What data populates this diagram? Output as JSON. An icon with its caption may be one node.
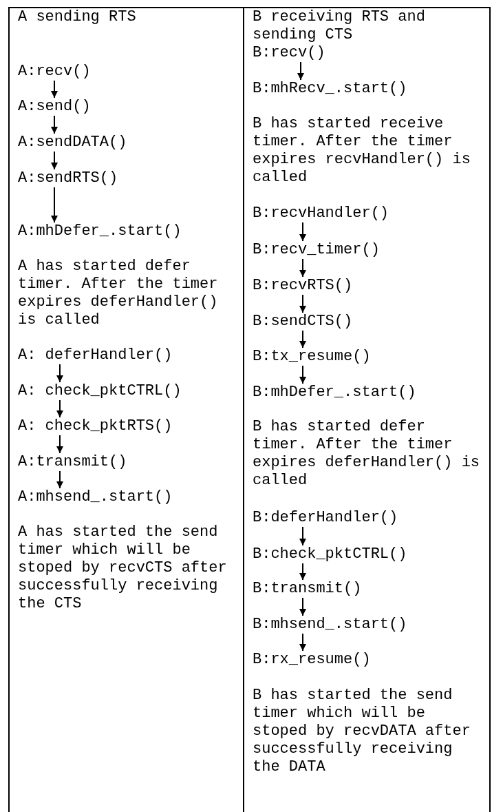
{
  "diagram": {
    "nodes": [
      {
        "text": [
          "A sending RTS"
        ]
      },
      {
        "text": [
          "A:recv()"
        ],
        "in": 0
      },
      {
        "text": [
          "A:send()"
        ],
        "in": 0
      },
      {
        "text": [
          "A:sendDATA()"
        ],
        "in": 0
      },
      {
        "text": [
          "A:sendRTS()"
        ],
        "in": 0
      },
      {
        "text": [
          "A:mhDefer_.start()"
        ],
        "in": 0
      },
      {
        "text": [
          "A: deferHandler()"
        ],
        "in": 0
      },
      {
        "text": [
          "A: check_pktCTRL()"
        ],
        "in": 0
      },
      {
        "text": [
          "A: check_pktRTS()"
        ],
        "in": 0
      },
      {
        "text": [
          "A:transmit()"
        ],
        "in": 0
      },
      {
        "text": [
          "A:mhsend_.start()"
        ],
        "in": 0
      },
      {
        "text": [
          "B receiving RTS and sending CTS"
        ]
      },
      {
        "text": [
          "B:recv()"
        ],
        "in": 11
      },
      {
        "text": [
          "B:mhRecv_.start()"
        ],
        "in": 11
      },
      {
        "text": [
          "B:recvHandler()"
        ],
        "in": 11
      },
      {
        "text": [
          "B:recv_timer()"
        ],
        "in": 11
      },
      {
        "text": [
          "B:recvRTS()"
        ],
        "in": 11
      },
      {
        "text": [
          "B:sendCTS()"
        ],
        "in": 11
      },
      {
        "text": [
          "B:tx_resume()"
        ],
        "in": 11
      },
      {
        "text": [
          "B:mhDefer_.start()"
        ],
        "in": 11
      },
      {
        "text": [
          "B:deferHandler()"
        ],
        "in": 11
      },
      {
        "text": [
          "B:check_pktCTRL()"
        ],
        "in": 11
      },
      {
        "text": [
          "B:transmit()"
        ],
        "in": 11
      },
      {
        "text": [
          "B:mhsend_.start()"
        ],
        "in": 11
      },
      {
        "text": [
          "B:rx_resume()"
        ],
        "in": 11
      }
    ],
    "edges": [
      {
        "from": 1,
        "to": 2,
        "arrow": "to"
      },
      {
        "from": 2,
        "to": 3,
        "arrow": "to"
      },
      {
        "from": 3,
        "to": 4,
        "arrow": "to"
      },
      {
        "from": 4,
        "to": 5,
        "arrow": "to"
      },
      {
        "from": 6,
        "to": 7,
        "arrow": "to"
      },
      {
        "from": 7,
        "to": 8,
        "arrow": "to"
      },
      {
        "from": 8,
        "to": 9,
        "arrow": "to"
      },
      {
        "from": 9,
        "to": 10,
        "arrow": "to"
      },
      {
        "from": 12,
        "to": 13,
        "arrow": "to"
      },
      {
        "from": 14,
        "to": 15,
        "arrow": "to"
      },
      {
        "from": 15,
        "to": 16,
        "arrow": "to"
      },
      {
        "from": 16,
        "to": 17,
        "arrow": "to"
      },
      {
        "from": 17,
        "to": 18,
        "arrow": "to"
      },
      {
        "from": 18,
        "to": 19,
        "arrow": "to"
      },
      {
        "from": 20,
        "to": 21,
        "arrow": "to"
      },
      {
        "from": 21,
        "to": 22,
        "arrow": "to"
      },
      {
        "from": 22,
        "to": 23,
        "arrow": "to"
      },
      {
        "from": 23,
        "to": 24,
        "arrow": "to"
      }
    ],
    "labels": [
      "A has started defer timer. After the timer expires deferHandler() is called",
      "A has started the send timer which will be stoped by recvCTS after successfully receiving the CTS",
      "B has started receive timer. After the timer expires recvHandler() is called",
      "B has started defer timer. After the timer expires deferHandler() is called",
      "B has started the send timer which will be stoped by recvDATA after successfully receiving the DATA"
    ]
  }
}
